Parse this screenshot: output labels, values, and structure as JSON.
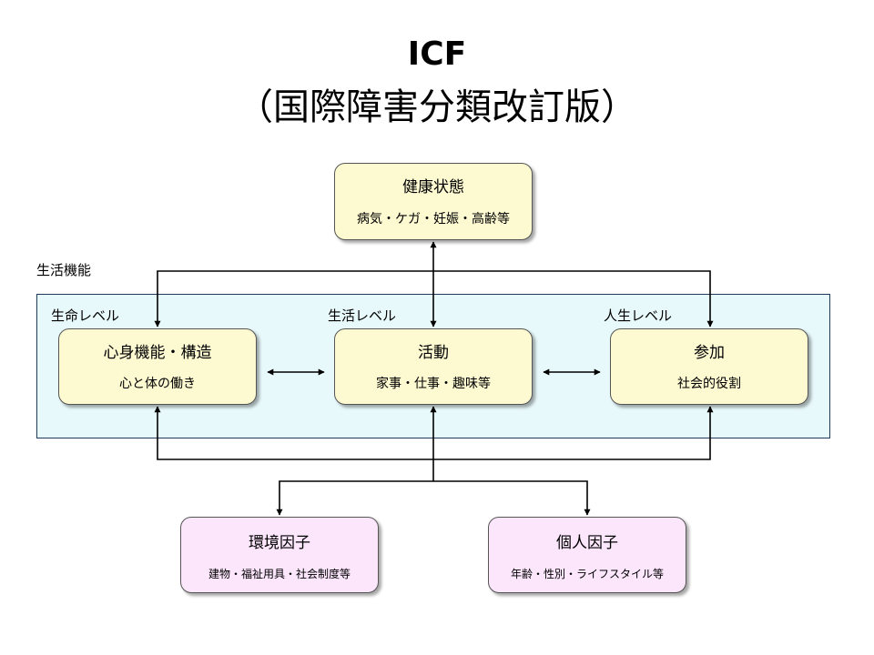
{
  "title": {
    "line1": "ICF",
    "line2": "（国際障害分類改訂版）"
  },
  "diagram": {
    "functioning_label": "生活機能",
    "levels": {
      "life": "生命レベル",
      "living": "生活レベル",
      "human_life": "人生レベル"
    },
    "health_condition": {
      "title": "健康状態",
      "detail": "病気・ケガ・妊娠・高齢等"
    },
    "body_functions": {
      "title": "心身機能・構造",
      "detail": "心と体の働き"
    },
    "activity": {
      "title": "活動",
      "detail": "家事・仕事・趣味等"
    },
    "participation": {
      "title": "参加",
      "detail": "社会的役割"
    },
    "environmental_factors": {
      "title": "環境因子",
      "detail": "建物・福祉用具・社会制度等"
    },
    "personal_factors": {
      "title": "個人因子",
      "detail": "年齢・性別・ライフスタイル等"
    },
    "colors": {
      "panel": "#e8f9fb",
      "level_box": "#fdf9d1",
      "factor_box": "#fbe6fb",
      "line": "#000000"
    }
  }
}
